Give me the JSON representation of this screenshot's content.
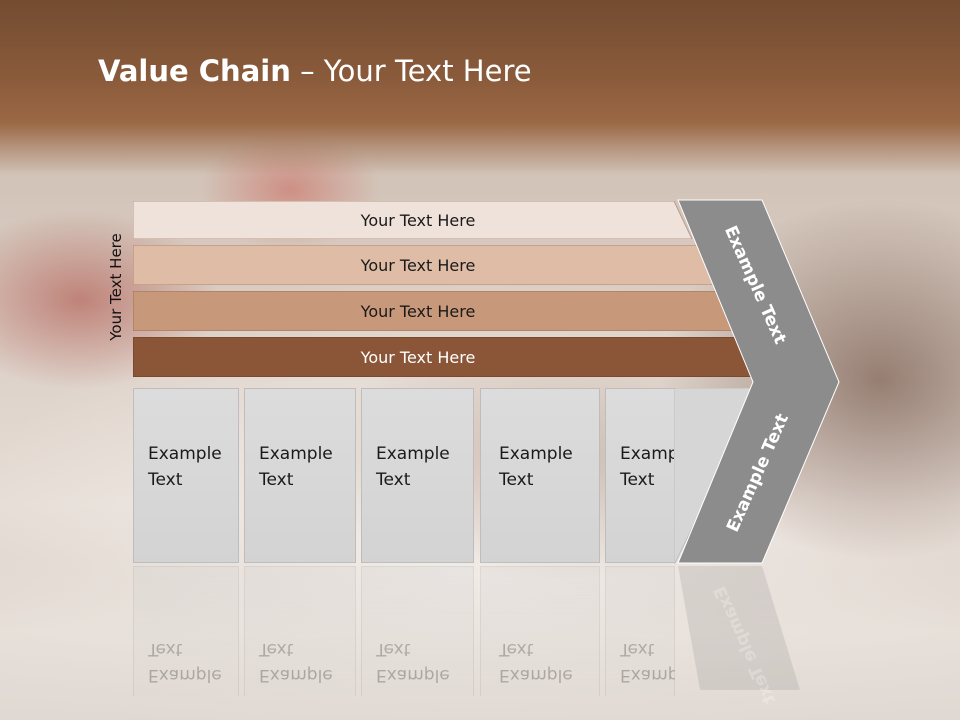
{
  "slide": {
    "title_bold": "Value Chain",
    "title_rest": " – Your Text Here",
    "vertical_label": "Your Text Here"
  },
  "rows": [
    {
      "label": "Your Text Here",
      "color": "#efe2da"
    },
    {
      "label": "Your Text Here",
      "color": "#dfbca6"
    },
    {
      "label": "Your Text Here",
      "color": "#c8987a"
    },
    {
      "label": "Your Text Here",
      "color": "#8a5637"
    }
  ],
  "boxes": [
    {
      "line1": "Example",
      "line2": "Text"
    },
    {
      "line1": "Example",
      "line2": "Text"
    },
    {
      "line1": "Example",
      "line2": "Text"
    },
    {
      "line1": "Example",
      "line2": "Text"
    },
    {
      "line1": "Example",
      "line2": "Text"
    }
  ],
  "chevron": {
    "upper_label": "Example Text",
    "lower_label": "Example Text",
    "color": "#8c8c8c"
  }
}
